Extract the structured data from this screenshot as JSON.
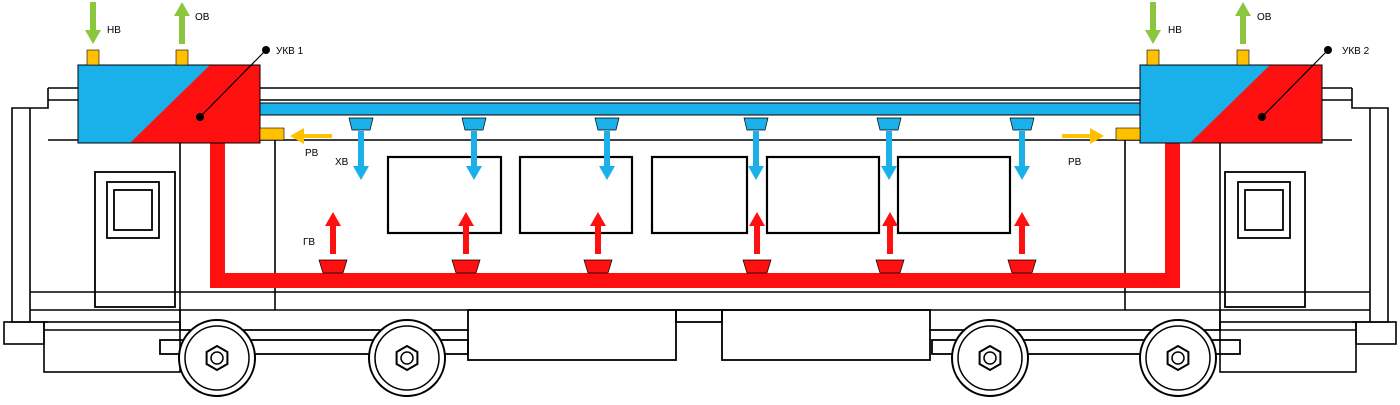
{
  "units": {
    "left": {
      "name": "УКВ 1"
    },
    "right": {
      "name": "УКВ 2"
    }
  },
  "labels": {
    "outside_air": "НВ",
    "exhaust_air": "ОВ",
    "recirculated_air": "РВ",
    "cold_air": "ХВ",
    "hot_air": "ГВ"
  },
  "colors": {
    "cold": "#1ab0ea",
    "hot": "#ff1010",
    "green": "#8cc63f",
    "yellow": "#ffc000",
    "outline": "#000000"
  }
}
